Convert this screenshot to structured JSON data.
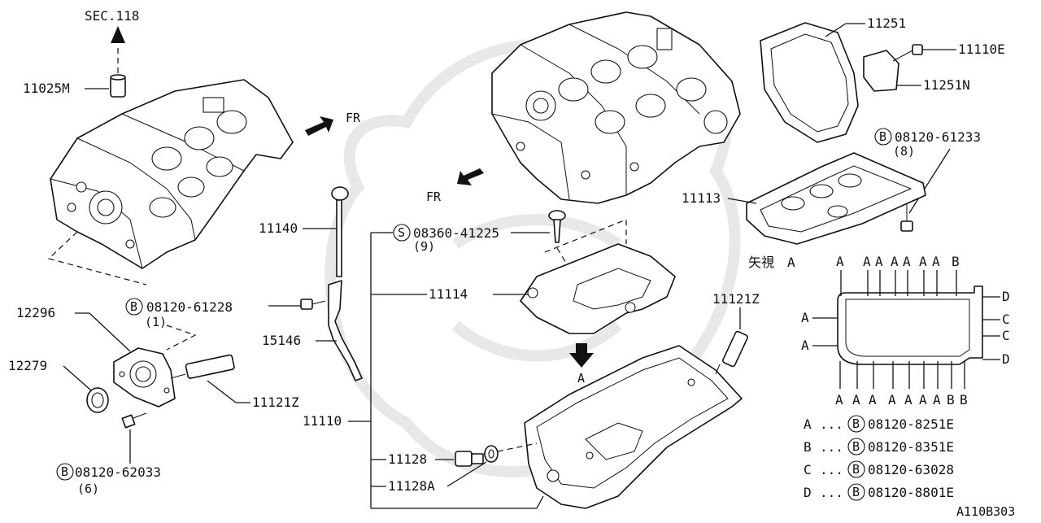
{
  "labels": {
    "sec118": "SEC.118",
    "p11025M": "11025M",
    "fr1": "FR",
    "fr2": "FR",
    "p11140": "11140",
    "p15146": "15146",
    "p11110": "11110",
    "p11114": "11114",
    "p11128": "11128",
    "p11128A": "11128A",
    "p12296": "12296",
    "p12279": "12279",
    "p11121Z_left": "11121Z",
    "p11121Z_right": "11121Z",
    "p11251": "11251",
    "p11110E": "11110E",
    "p11251N": "11251N",
    "p11113": "11113",
    "arrowA": "A",
    "view": "矢視　A",
    "diagram_code": "A110B303"
  },
  "bolt_callouts": [
    {
      "mark": "B",
      "code": "08120-61228",
      "qty": "(1)"
    },
    {
      "mark": "B",
      "code": "08120-62033",
      "qty": "(6)"
    },
    {
      "mark": "S",
      "code": "08360-41225",
      "qty": "(9)"
    },
    {
      "mark": "B",
      "code": "08120-61233",
      "qty": "(8)"
    }
  ],
  "view_top_letters": [
    "A",
    "A",
    "A",
    "A",
    "A",
    "A",
    "A",
    "B"
  ],
  "view_bottom_letters": [
    "A",
    "A",
    "A",
    "A",
    "A",
    "A",
    "A",
    "B",
    "B"
  ],
  "view_left_letters": [
    "A",
    "A"
  ],
  "view_right_letters": [
    "D",
    "C",
    "C",
    "D"
  ],
  "legend": [
    {
      "key": "A",
      "dots": "...",
      "mark": "B",
      "code": "08120-8251E"
    },
    {
      "key": "B",
      "dots": "...",
      "mark": "B",
      "code": "08120-8351E"
    },
    {
      "key": "C",
      "dots": "...",
      "mark": "B",
      "code": "08120-63028"
    },
    {
      "key": "D",
      "dots": "...",
      "mark": "B",
      "code": "08120-8801E"
    }
  ]
}
